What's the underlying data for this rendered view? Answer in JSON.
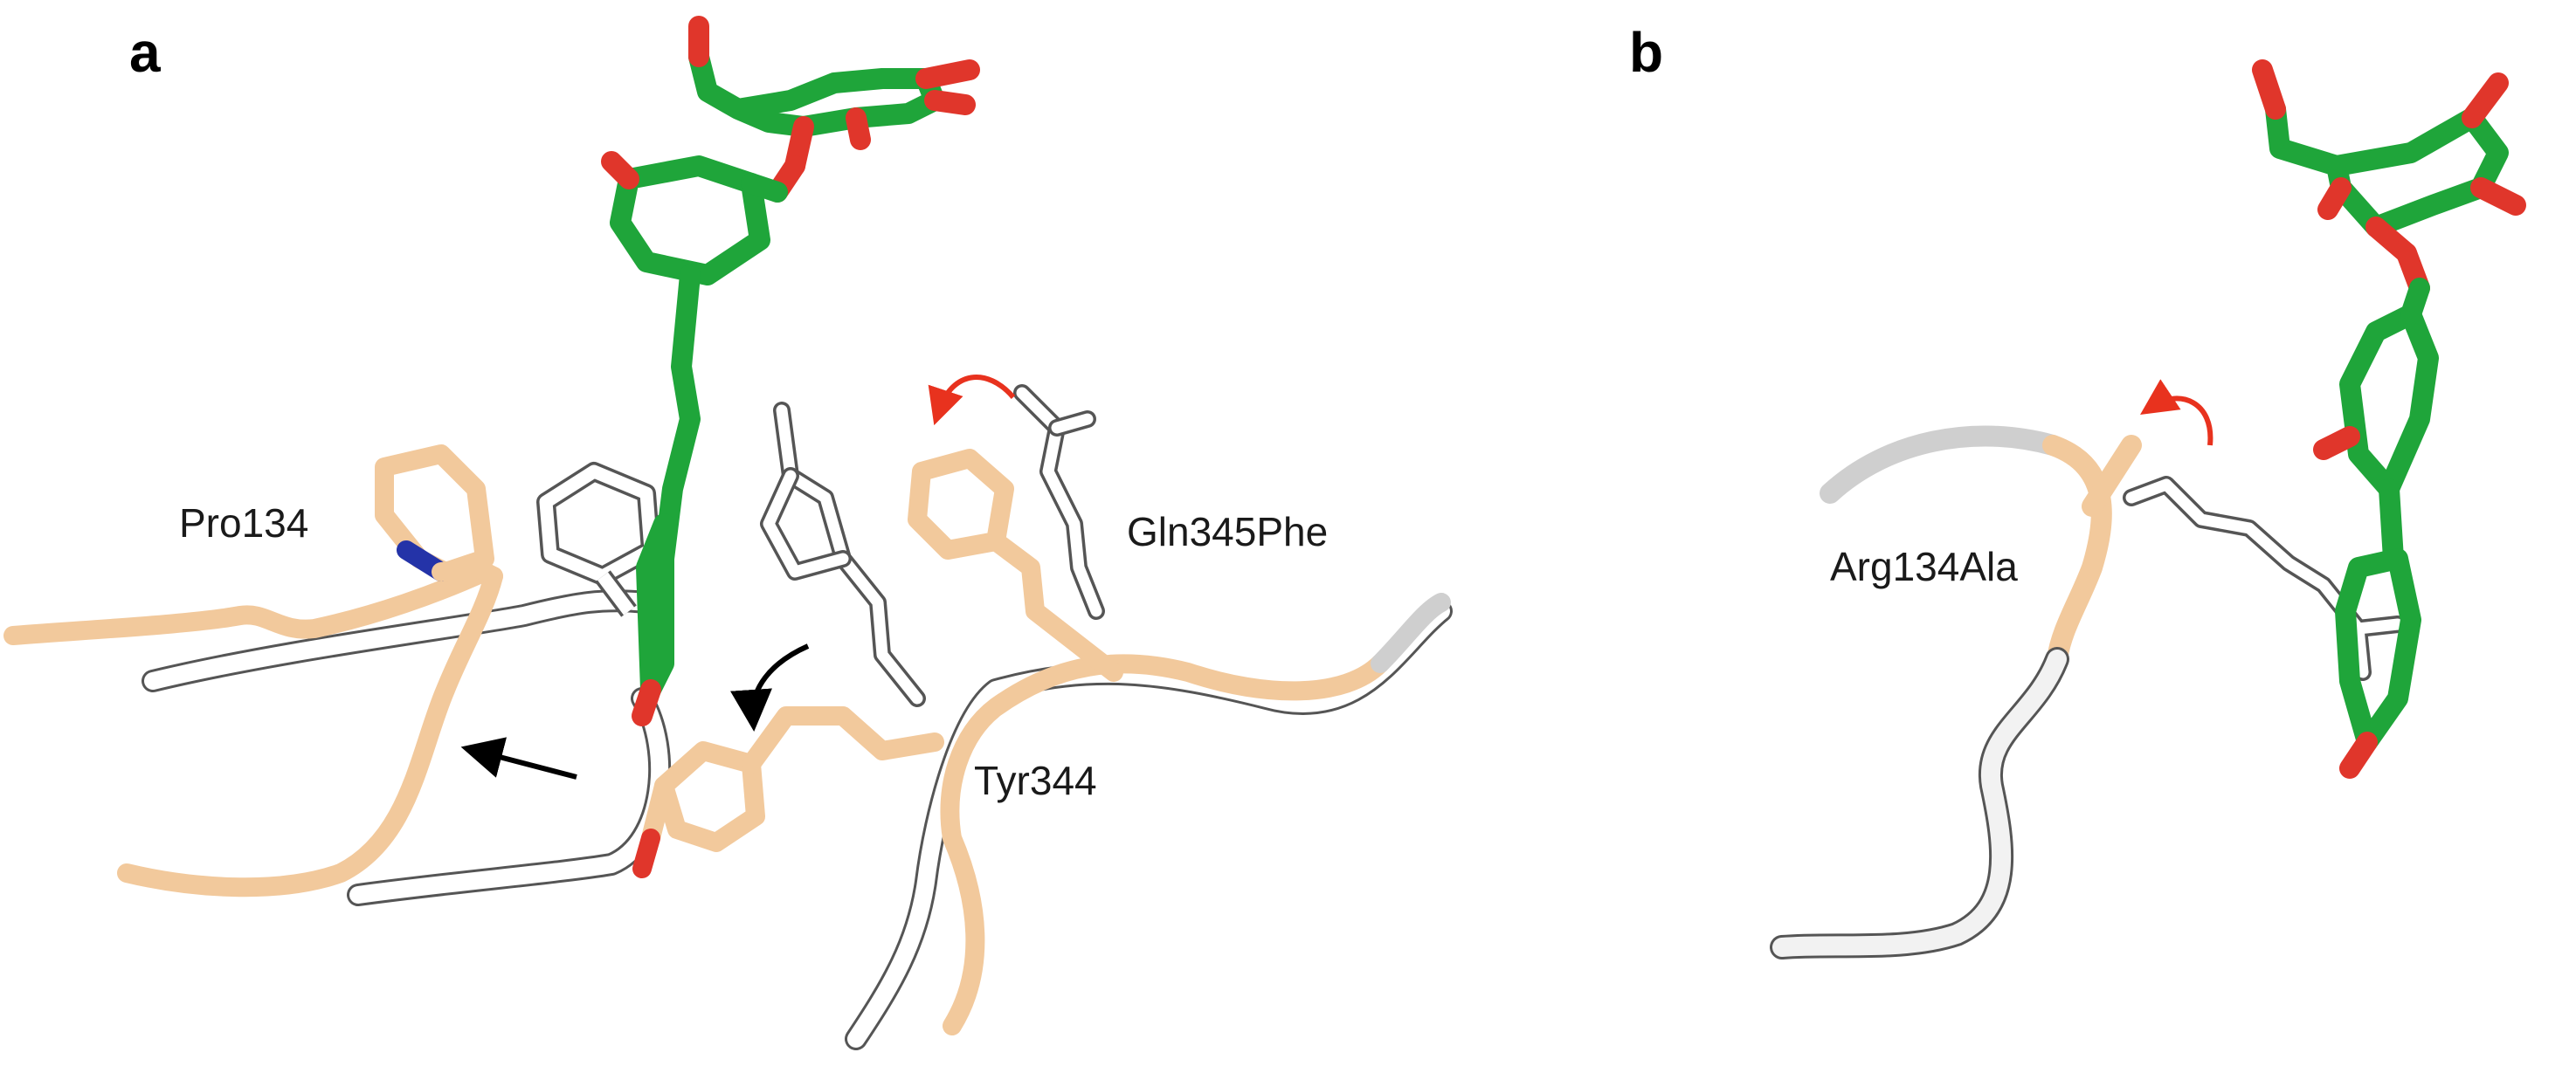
{
  "panels": [
    {
      "letter": "a",
      "labels": {
        "pro": "Pro134",
        "gln": "Gln345Phe",
        "tyr": "Tyr344"
      }
    },
    {
      "letter": "b",
      "labels": {
        "arg": "Arg134Ala"
      }
    }
  ],
  "colors": {
    "ligand": "#1fa53a",
    "oxygen": "#e0362b",
    "nitrogen": "#2433a8",
    "mutant": "#f2c99c",
    "wildtype": "#ffffff",
    "wildtype_edge": "#555555",
    "grey_tube": "#d9d9d9",
    "arrow_red": "#e8321e",
    "arrow_black": "#000000"
  }
}
